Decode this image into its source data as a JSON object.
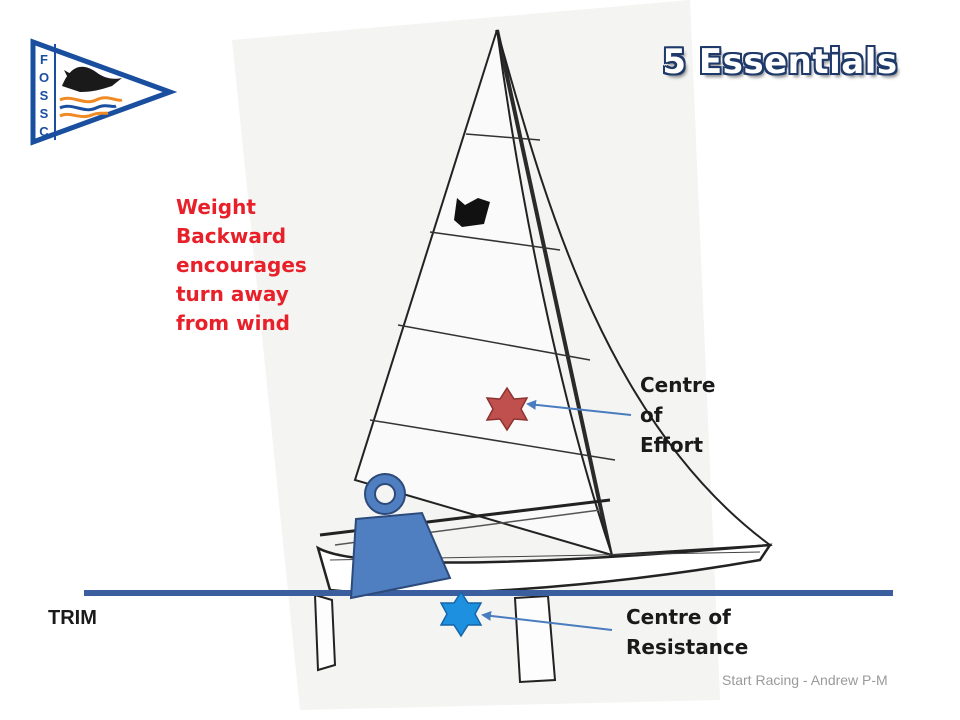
{
  "slide": {
    "title": "5 Essentials",
    "weight_note": [
      "Weight",
      "Backward",
      "encourages",
      "turn away",
      "from wind"
    ],
    "centre_of_effort": [
      "Centre",
      "of",
      "Effort"
    ],
    "centre_of_resistance": [
      "Centre of",
      "Resistance"
    ],
    "trim_label": "TRIM",
    "footer": "Start Racing - Andrew P-M",
    "logo_letters": [
      "F",
      "O",
      "S",
      "S",
      "C"
    ]
  },
  "colors": {
    "title_outline": "#1f3a6a",
    "weight_note": "#e8202a",
    "waterline": "#3b5f9e",
    "weight_shape": "#4f7fc0",
    "weight_outline": "#2c4a7a",
    "effort_star": "#c0504d",
    "resistance_star": "#1e90e0",
    "arrow": "#4a7dbf",
    "logo_blue": "#1a4fa0",
    "logo_orange": "#f08a24"
  },
  "icons": {
    "logo": "burgee-pennant-icon",
    "effort_marker": "six-point-star-icon",
    "resistance_marker": "six-point-star-icon",
    "weight": "weight-icon"
  }
}
